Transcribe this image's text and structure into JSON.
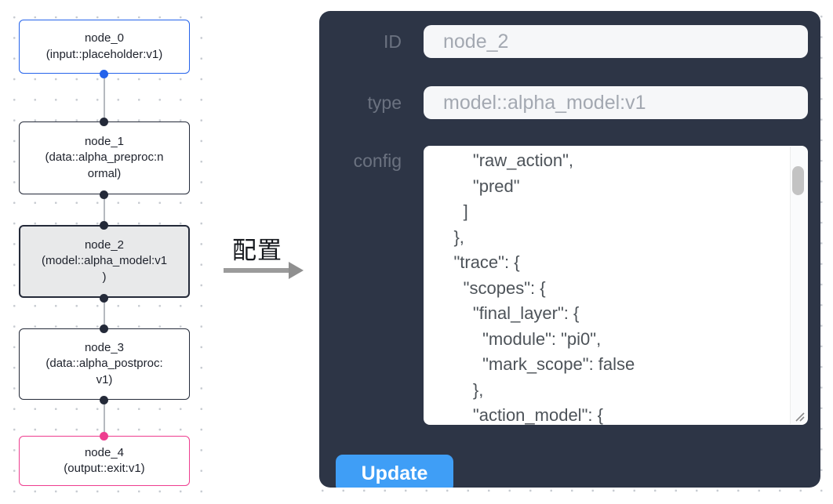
{
  "annotation": {
    "label": "配置"
  },
  "flow": {
    "nodes": [
      {
        "id": "node_0",
        "label": "node_0\n(input::placeholder:v1)",
        "kind": "input",
        "accent": "#2563eb"
      },
      {
        "id": "node_1",
        "label": "node_1\n(data::alpha_preproc:n\normal)",
        "kind": "data",
        "accent": "#242a39"
      },
      {
        "id": "node_2",
        "label": "node_2\n(model::alpha_model:v1\n)",
        "kind": "model",
        "accent": "#242a39",
        "selected": true
      },
      {
        "id": "node_3",
        "label": "node_3\n(data::alpha_postproc:\nv1)",
        "kind": "data",
        "accent": "#242a39"
      },
      {
        "id": "node_4",
        "label": "node_4\n(output::exit:v1)",
        "kind": "output",
        "accent": "#ee3d8f"
      }
    ]
  },
  "panel": {
    "fields": {
      "id": {
        "label": "ID",
        "value": "node_2"
      },
      "type": {
        "label": "type",
        "value": "model::alpha_model:v1"
      },
      "config": {
        "label": "config",
        "value": "        \"raw_action\",\n        \"pred\"\n      ]\n    },\n    \"trace\": {\n      \"scopes\": {\n        \"final_layer\": {\n          \"module\": \"pi0\",\n          \"mark_scope\": false\n        },\n        \"action_model\": {"
      }
    },
    "update_label": "Update"
  },
  "colors": {
    "panel_bg": "#2d3546",
    "button_bg": "#3f9ef6",
    "node_accent_blue": "#2563eb",
    "node_accent_pink": "#ee3d8f",
    "node_accent_dark": "#242a39",
    "selected_node_bg": "#e8e9ea",
    "grid_dot": "#c7cbd1"
  }
}
